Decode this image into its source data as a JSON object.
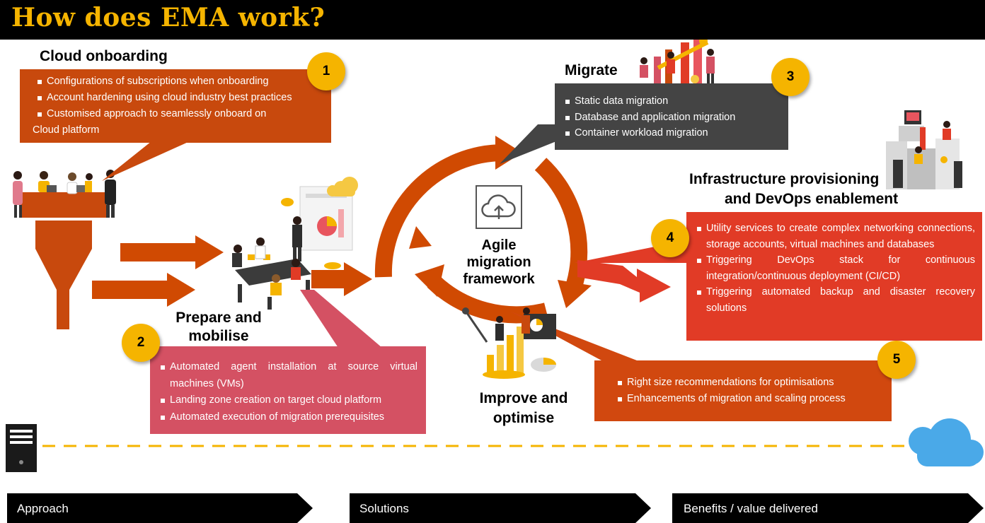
{
  "header": {
    "title": "How does EMA work?"
  },
  "sections": [
    {
      "number": "1",
      "title": "Cloud onboarding",
      "bullets": [
        "Configurations of subscriptions when onboarding",
        "Account hardening using cloud industry best practices",
        "Customised approach to seamlessly onboard on"
      ],
      "continuation": "Cloud platform"
    },
    {
      "number": "2",
      "title_line1": "Prepare and",
      "title_line2": "mobilise",
      "bullets": [
        "Automated agent installation at source virtual machines (VMs)",
        "Landing zone creation on target cloud platform",
        "Automated execution of migration prerequisites"
      ]
    },
    {
      "number": "3",
      "title": "Migrate",
      "bullets": [
        "Static data migration",
        "Database and application migration",
        "Container workload migration"
      ]
    },
    {
      "number": "4",
      "title_line1": "Infrastructure provisioning",
      "title_line2": "and DevOps enablement",
      "bullets": [
        "Utility services to create complex networking connections, storage accounts, virtual machines and databases",
        "Triggering DevOps stack for continuous integration/continuous deployment (CI/CD)",
        "Triggering automated backup and disaster recovery solutions"
      ]
    },
    {
      "number": "5",
      "title_line1": "Improve and",
      "title_line2": "optimise",
      "bullets": [
        "Right size recommendations for optimisations",
        "Enhancements of migration and scaling process"
      ]
    }
  ],
  "center": {
    "line1": "Agile",
    "line2": "migration",
    "line3": "framework"
  },
  "footer": {
    "labels": [
      "Approach",
      "Solutions",
      "Benefits / value delivered"
    ]
  },
  "colors": {
    "orange": "#c8490d",
    "pink": "#d45163",
    "grey": "#444444",
    "red": "#e13b26",
    "gold": "#f5b400",
    "arrow": "#d04a02",
    "cloud_blue": "#4aa9e8"
  },
  "icons": [
    "cloud-upload-icon",
    "server-icon",
    "cloud-icon",
    "funnel-icon"
  ]
}
